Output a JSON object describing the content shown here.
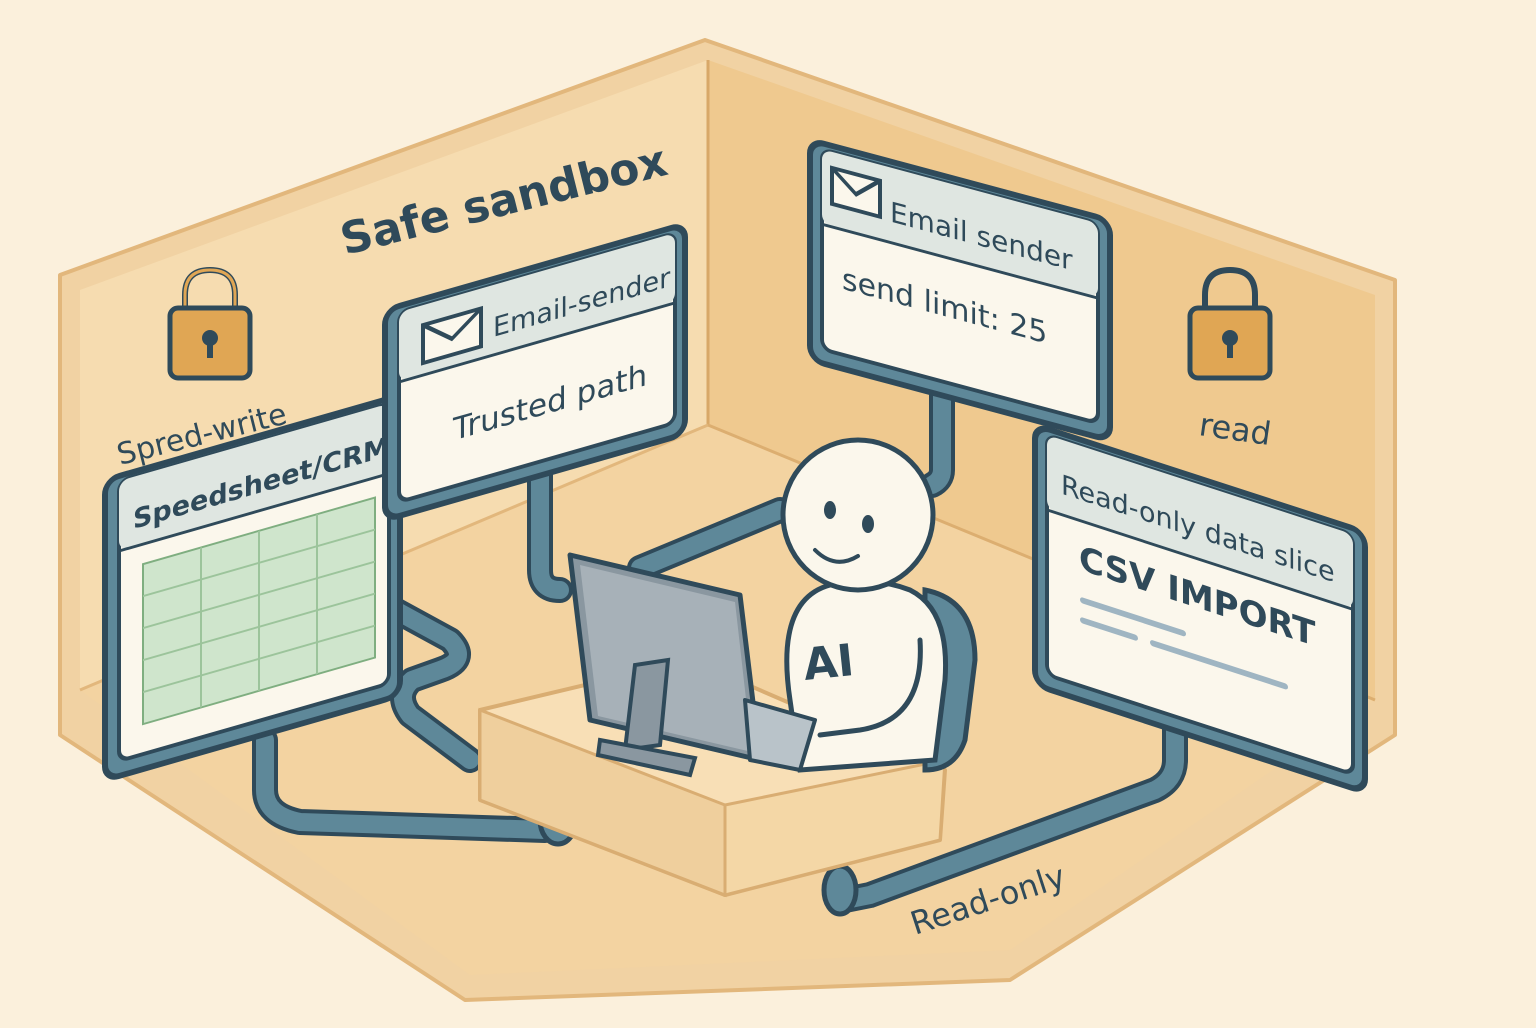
{
  "sandbox": {
    "title": "Safe sandbox"
  },
  "left_lock": {
    "label": "Spred-write",
    "icon": "padlock-icon"
  },
  "right_lock": {
    "label": "read",
    "icon": "padlock-icon"
  },
  "spreadsheet_panel": {
    "title": "Speedsheet/CRM"
  },
  "email_trusted_panel": {
    "title": "Email-sender",
    "subtitle": "Trusted path",
    "icon": "envelope-icon"
  },
  "email_limit_panel": {
    "title": "Email sender",
    "subtitle": "send limit: 25",
    "icon": "envelope-icon"
  },
  "data_slice_panel": {
    "title": "Read-only data slice",
    "subtitle": "CSV IMPORT"
  },
  "agent": {
    "chest_label": "AI"
  },
  "floor_pipe": {
    "label": "Read-only"
  },
  "colors": {
    "background": "#fbf0dc",
    "wall": "#f1cf9c",
    "floor": "#f4d6a8",
    "pipe": "#4e7a8c",
    "ink": "#2f4a5a",
    "panel": "#fbf7ec",
    "panel_header": "#dfe6e1",
    "lock": "#e0a654",
    "sheet_green": "#cfe5cc"
  }
}
